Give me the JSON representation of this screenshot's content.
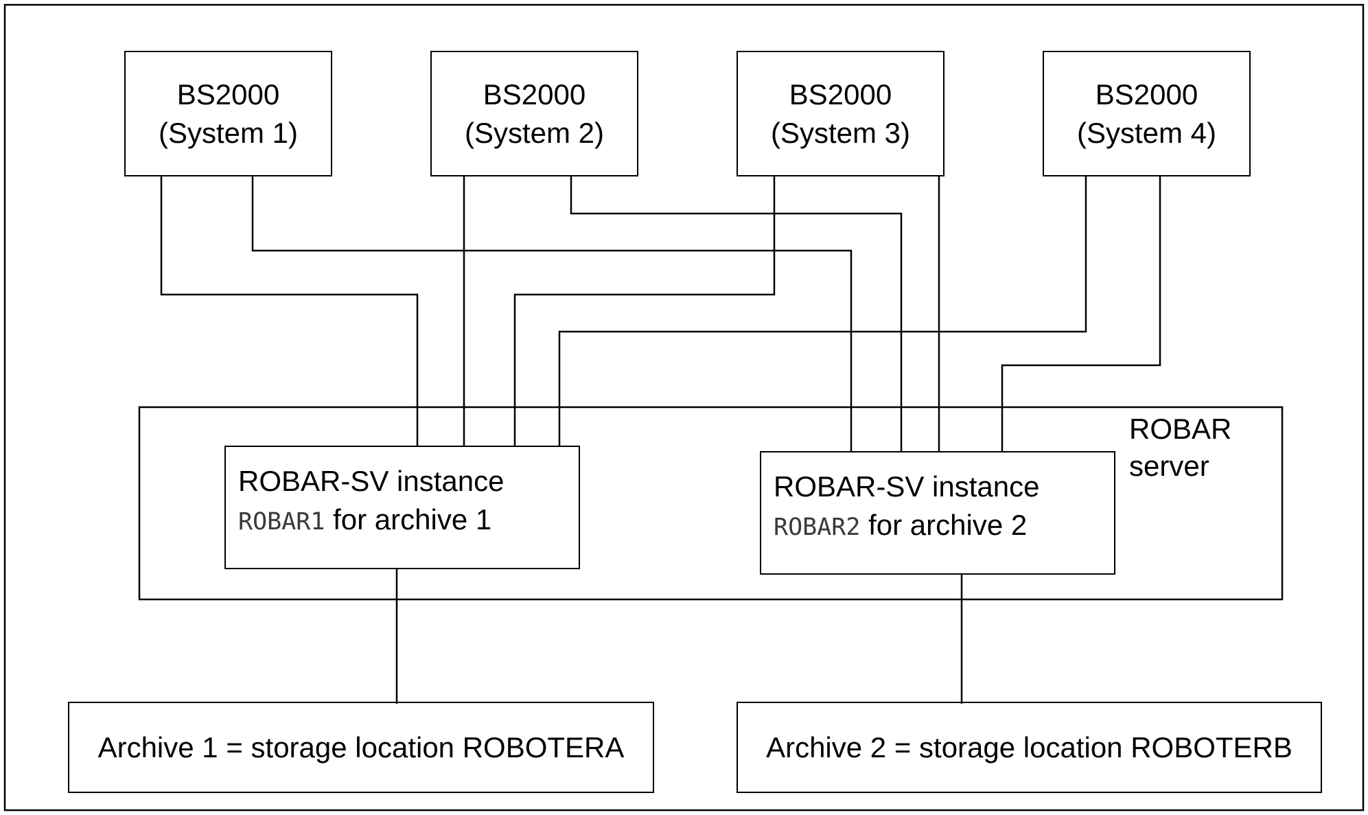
{
  "systems": [
    {
      "line1": "BS2000",
      "line2": "(System 1)"
    },
    {
      "line1": "BS2000",
      "line2": "(System 2)"
    },
    {
      "line1": "BS2000",
      "line2": "(System 3)"
    },
    {
      "line1": "BS2000",
      "line2": "(System 4)"
    }
  ],
  "server": {
    "line1": "ROBAR",
    "line2": "server"
  },
  "instances": [
    {
      "title": "ROBAR-SV instance",
      "name": "ROBAR1",
      "suffix": " for archive 1"
    },
    {
      "title": "ROBAR-SV instance",
      "name": "ROBAR2",
      "suffix": " for archive 2"
    }
  ],
  "archives": [
    {
      "label": "Archive 1 = storage location ROBOTERA"
    },
    {
      "label": "Archive 2 = storage location ROBOTERB"
    }
  ]
}
